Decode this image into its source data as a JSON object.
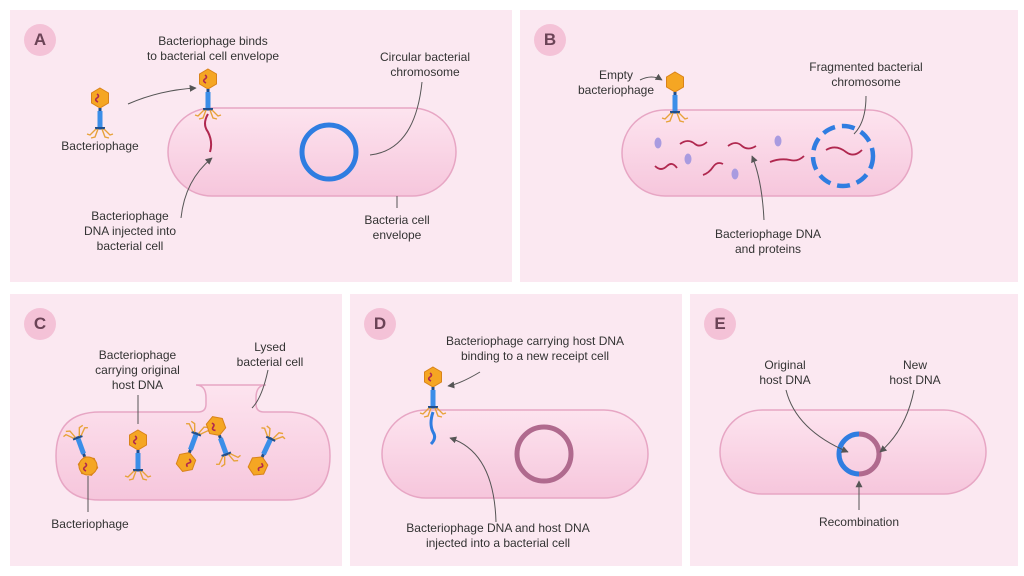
{
  "panels": {
    "a": {
      "letter": "A",
      "binds": "Bacteriophage binds\nto bacterial cell envelope",
      "circular": "Circular bacterial\nchromosome",
      "phage": "Bacteriophage",
      "injected": "Bacteriophage\nDNA injected into\nbacterial cell",
      "envelope": "Bacteria cell\nenvelope"
    },
    "b": {
      "letter": "B",
      "empty": "Empty\nbacteriophage",
      "fragmented": "Fragmented bacterial\nchromosome",
      "dna_proteins": "Bacteriophage DNA\nand proteins"
    },
    "c": {
      "letter": "C",
      "carrying": "Bacteriophage\ncarrying original\nhost DNA",
      "lysed": "Lysed\nbacterial cell",
      "phage": "Bacteriophage"
    },
    "d": {
      "letter": "D",
      "carrying": "Bacteriophage carrying host DNA\nbinding to a new receipt cell",
      "injected": "Bacteriophage DNA and host DNA\ninjected into a bacterial cell"
    },
    "e": {
      "letter": "E",
      "original": "Original\nhost DNA",
      "new": "New\nhost DNA",
      "recombination": "Recombination"
    }
  },
  "colors": {
    "panel_bg": "#fbe8f1",
    "badge": "#f4c2d7",
    "cell_fill": "#f8cfe2",
    "chromosome": "#2f7de1",
    "host_dna_new": "#b06a8e",
    "phage_dna": "#b0284f",
    "phage_head": "#f5a623",
    "phage_tail": "#3b8ee8"
  }
}
